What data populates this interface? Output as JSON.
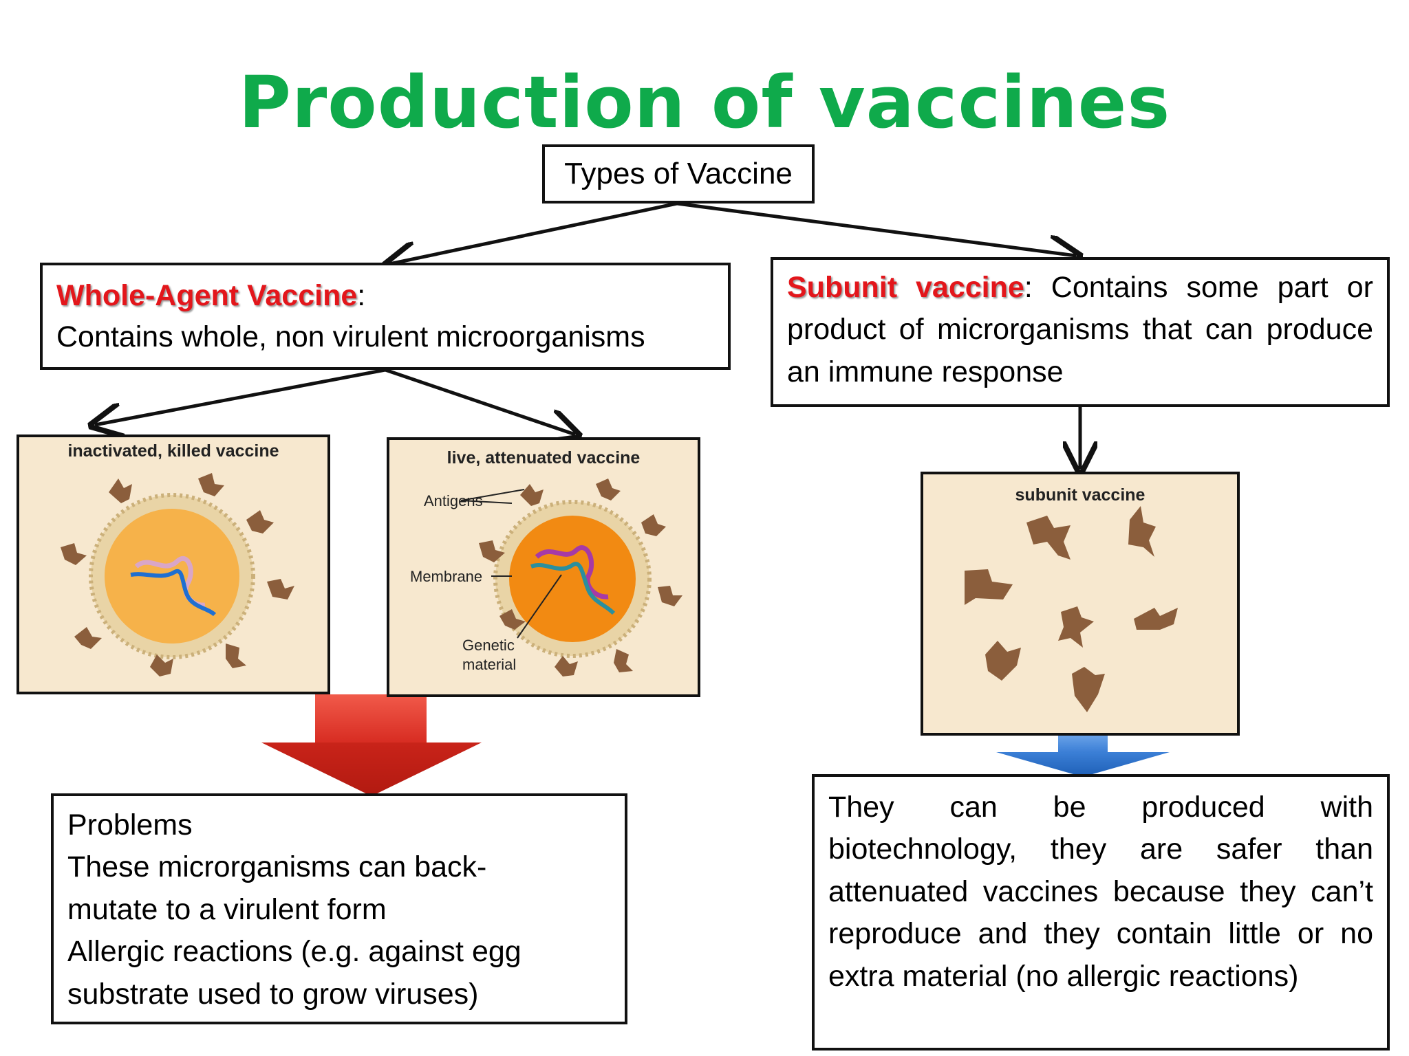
{
  "title": "Production of vaccines",
  "types_box": "Types of Vaccine",
  "whole_agent": {
    "heading": "Whole-Agent Vaccine",
    "colon": ":",
    "description": "Contains whole, non virulent microorganisms"
  },
  "subunit": {
    "heading": "Subunit vaccine",
    "description": ": Contains some part or product of microrganisms that can produce an immune response"
  },
  "panels": {
    "inactivated_title": "inactivated, killed vaccine",
    "live_title": "live, attenuated vaccine",
    "live_antigens": "Antigens",
    "live_membrane": "Membrane",
    "live_genetic_1": "Genetic",
    "live_genetic_2": "material",
    "subunit_title": "subunit vaccine"
  },
  "problems": {
    "heading": "Problems",
    "line1": "These microrganisms can back-",
    "line2": "mutate to a virulent form",
    "line3": "Allergic reactions (e.g. against egg",
    "line4": "substrate used to grow viruses)"
  },
  "benefits": "They can be produced with biotechnology, they are safer than attenuated vaccines because they can’t reproduce and they contain little or no extra material (no allergic reactions)",
  "colors": {
    "title_green": "#0faa4b",
    "heading_red": "#e3161b",
    "panel_bg": "#f7e8cf",
    "antigen_brown": "#8b5e3c",
    "core_orange": "#f7a12a",
    "arrow_red": "#d62a20",
    "arrow_blue": "#3b7fd6"
  }
}
